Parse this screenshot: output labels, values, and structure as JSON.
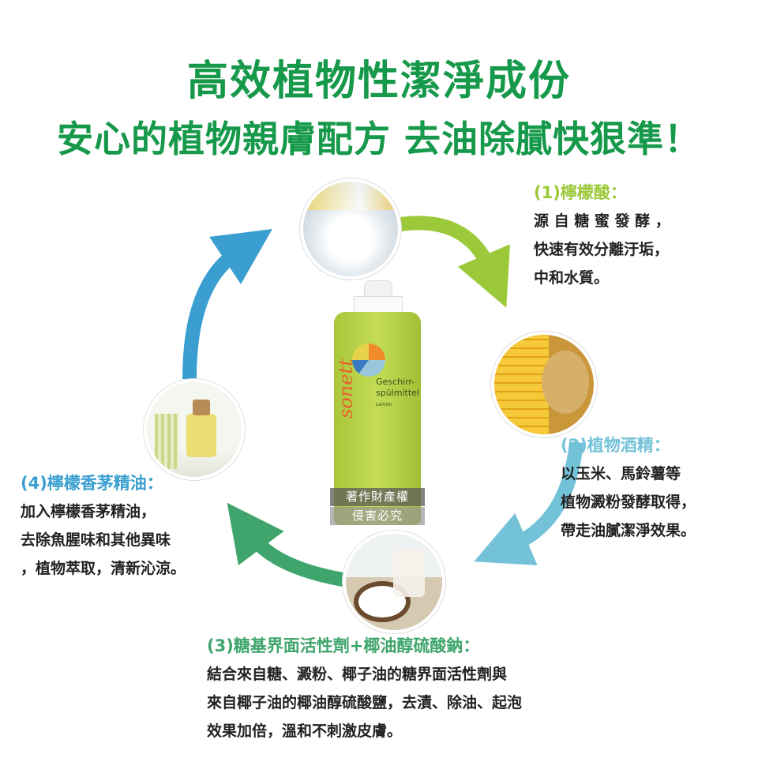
{
  "title": "高效植物性潔淨成份",
  "subtitle": "安心的植物親膚配方 去油除膩快狠準！",
  "colors": {
    "title": "#16994a",
    "step1": "#9cc93a",
    "step2": "#74c2d8",
    "step3": "#3fa56c",
    "step4": "#3a9fd0"
  },
  "steps": [
    {
      "heading": "(1)檸檬酸：",
      "lines": [
        "源 自 糖 蜜 發 酵 ，",
        "快速有效分離汙垢，",
        "中和水質。"
      ]
    },
    {
      "heading": "(2)植物酒精：",
      "lines": [
        "以玉米、馬鈴薯等",
        "植物澱粉發酵取得，",
        "帶走油膩潔淨效果。"
      ]
    },
    {
      "heading": "(3)糖基界面活性劑+椰油醇硫酸鈉：",
      "lines": [
        "結合來自糖、澱粉、椰子油的糖界面活性劑與",
        "來自椰子油的椰油醇硫酸鹽，去漬、除油、起泡",
        "效果加倍，溫和不刺激皮膚。"
      ]
    },
    {
      "heading": "(4)檸檬香茅精油：",
      "lines": [
        "加入檸檬香茅精油，",
        "去除魚腥味和其他異味",
        "，植物萃取，清新沁涼。"
      ]
    }
  ],
  "product": {
    "brand": "sonett",
    "name_line1": "Geschirr-",
    "name_line2": "spülmittel",
    "variant": "Lemon"
  },
  "watermark": {
    "line1": "著作財產權",
    "line2": "侵害必究"
  }
}
